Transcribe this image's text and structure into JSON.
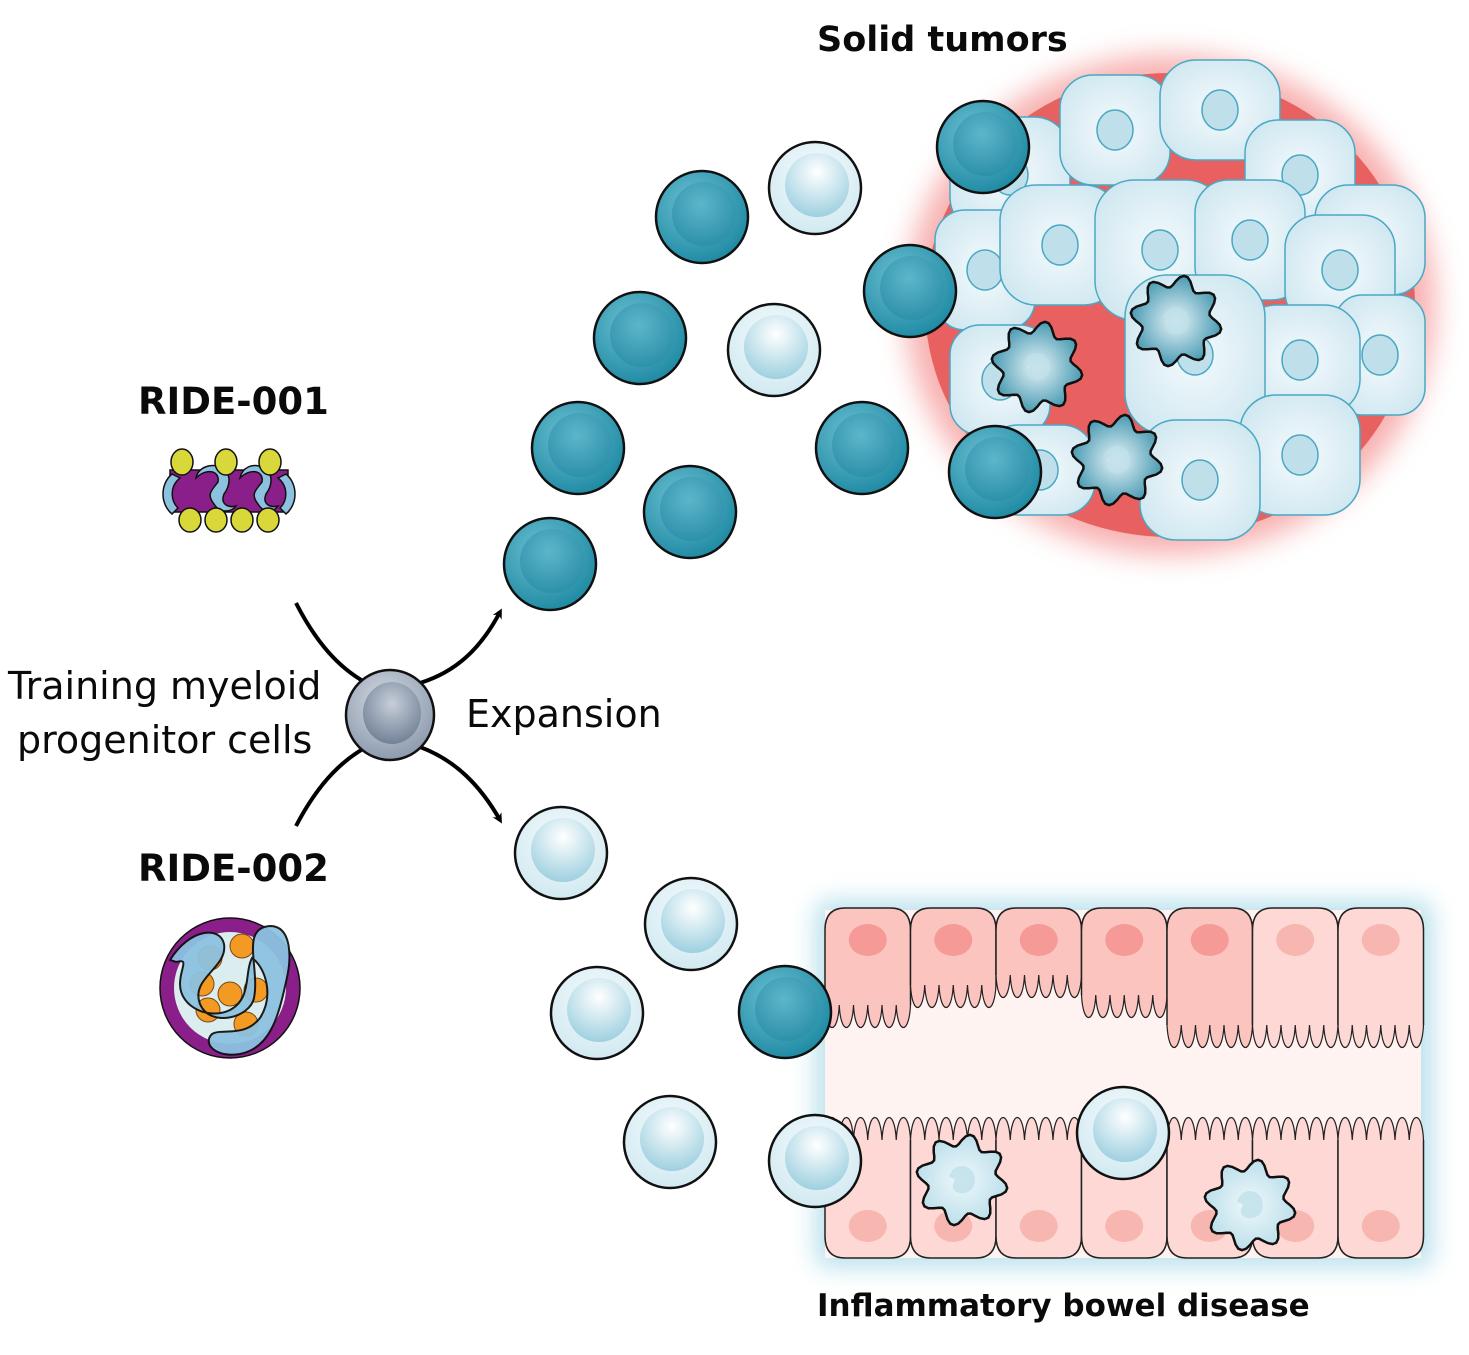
{
  "labels": {
    "ride001": "RIDE-001",
    "ride002": "RIDE-002",
    "progenitor_line1": "Training myeloid",
    "progenitor_line2": "progenitor cells",
    "expansion": "Expansion",
    "solid_tumors": "Solid tumors",
    "ibd": "Inflammatory bowel disease"
  },
  "colors": {
    "dark_cell": "#2e9bb3",
    "light_cell": "#d8eef4",
    "progenitor": "#9aa6b6",
    "tumor_cell": "#dff0f6",
    "tumor_glow": "#f27070",
    "gut_cell": "#fcd6d2",
    "gut_nucleus": "#f59a96",
    "gut_glow": "#9fd6e6",
    "purple": "#8a1f8a",
    "yellow": "#d8d83a",
    "orange": "#f39a24",
    "ribbon": "#8cc2e0"
  },
  "cells": {
    "top_branch": [
      "dark",
      "light",
      "dark",
      "dark",
      "light",
      "dark",
      "dark",
      "dark",
      "dark"
    ],
    "bottom_branch": [
      "light",
      "light",
      "light",
      "dark",
      "light",
      "light"
    ]
  }
}
